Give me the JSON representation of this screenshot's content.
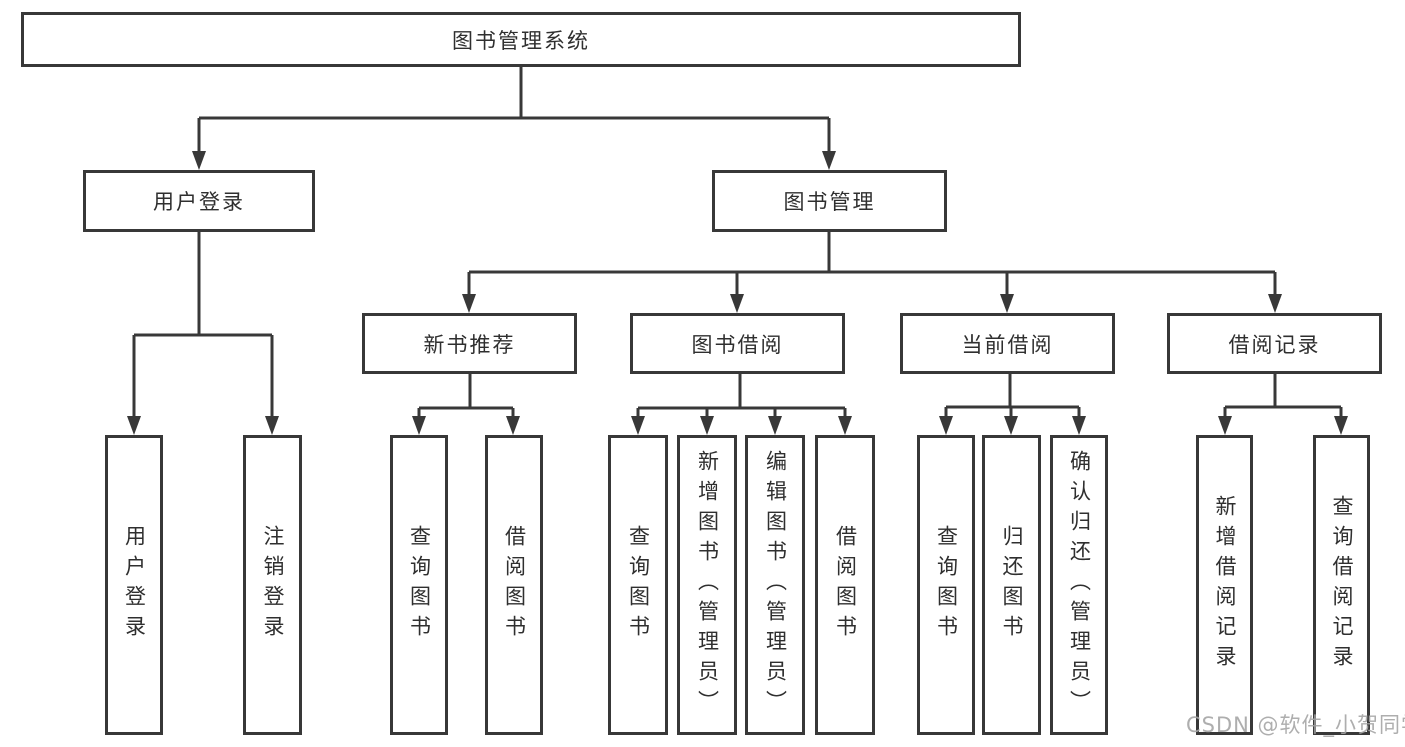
{
  "diagram": {
    "root": "图书管理系统",
    "level2": {
      "user_login": "用户登录",
      "book_management": "图书管理"
    },
    "level3": {
      "new_book_recommend": "新书推荐",
      "book_borrow": "图书借阅",
      "current_borrow": "当前借阅",
      "borrow_records": "借阅记录"
    },
    "leaves": {
      "user_login": [
        "用户登录",
        "注销登录"
      ],
      "new_book_recommend": [
        "查询图书",
        "借阅图书"
      ],
      "book_borrow": [
        "查询图书",
        "新增图书（管理员）",
        "编辑图书（管理员）",
        "借阅图书"
      ],
      "current_borrow": [
        "查询图书",
        "归还图书",
        "确认归还（管理员）"
      ],
      "borrow_records": [
        "新增借阅记录",
        "查询借阅记录"
      ]
    },
    "watermark": "CSDN @软件_小贺同学",
    "colors": {
      "line": "#383838",
      "text": "#2f2f2f",
      "background": "#ffffff",
      "watermark": "#a5a5a5"
    }
  }
}
